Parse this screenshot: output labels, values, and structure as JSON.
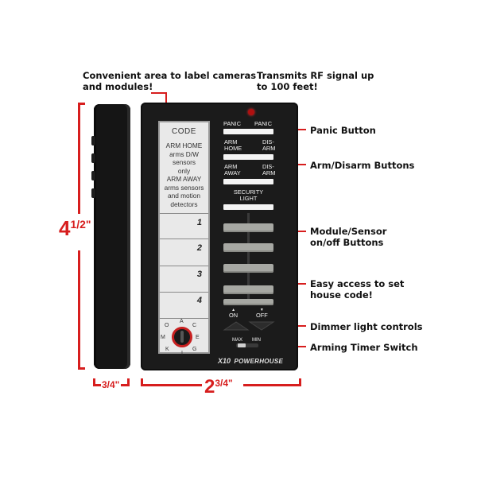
{
  "callouts": {
    "label_area": "Convenient area to label cameras\nand modules!",
    "rf": "Transmits RF signal up\nto 100 feet!",
    "panic": "Panic Button",
    "arm_disarm": "Arm/Disarm Buttons",
    "module_sensor": "Module/Sensor\non/off Buttons",
    "house_code": "Easy access to set\nhouse code!",
    "dimmer": "Dimmer light controls",
    "arming_timer": "Arming Timer Switch"
  },
  "dimensions": {
    "height_whole": "4",
    "height_fraction": "1/2\"",
    "depth": "3/4\"",
    "width_whole": "2",
    "width_fraction": "3/4\""
  },
  "label_panel": {
    "title": "CODE",
    "lines": [
      "ARM HOME",
      "arms D/W",
      "sensors",
      "only",
      "ARM AWAY",
      "arms sensors",
      "and motion",
      "detectors"
    ],
    "slots": [
      "1",
      "2",
      "3",
      "4"
    ]
  },
  "dial_letters": [
    "A",
    "C",
    "E",
    "G",
    "I",
    "K",
    "M",
    "O"
  ],
  "buttons": {
    "panic_left": "PANIC",
    "panic_right": "PANIC",
    "arm_home_1": "ARM",
    "arm_home_2": "HOME",
    "disarm_1": "DIS-",
    "disarm_2": "ARM",
    "arm_away_1": "ARM",
    "arm_away_2": "AWAY",
    "disarm2_1": "DIS-",
    "disarm2_2": "ARM",
    "security_1": "SECURITY",
    "security_2": "LIGHT",
    "on": "ON",
    "off": "OFF",
    "max": "MAX",
    "min": "MIN"
  },
  "brand": {
    "logo": "X10",
    "name": "POWERHOUSE"
  },
  "colors": {
    "accent": "#d71e1e",
    "device_body": "#1b1b1b",
    "label_area": "#e9e9e9",
    "button_gray": "#a7a8a3"
  }
}
